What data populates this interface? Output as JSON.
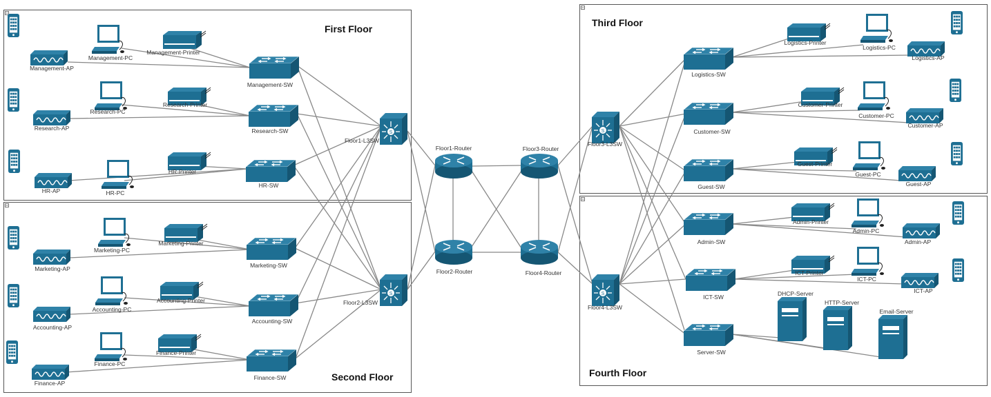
{
  "floors": {
    "first": "First Floor",
    "second": "Second Floor",
    "third": "Third Floor",
    "fourth": "Fourth Floor"
  },
  "colors": {
    "device": "#1e6f93",
    "device_dark": "#155673",
    "link": "#888888",
    "frame": "#555555"
  },
  "nodes": {
    "mgmt_ap": "Management-AP",
    "mgmt_pc": "Management-PC",
    "mgmt_printer": "Management-Printer",
    "mgmt_sw": "Management-SW",
    "res_ap": "Research-AP",
    "res_pc": "Research-PC",
    "res_printer": "Research-Printer",
    "res_sw": "Research-SW",
    "hr_ap": "HR-AP",
    "hr_pc": "HR-PC",
    "hr_printer": "HR-Printer",
    "hr_sw": "HR-SW",
    "f1_l3sw": "Floor1-L3SW",
    "mkt_ap": "Marketing-AP",
    "mkt_pc": "Marketing-PC",
    "mkt_printer": "Marketing-Printer",
    "mkt_sw": "Marketing-SW",
    "acc_ap": "Accounting-AP",
    "acc_pc": "Accounting-PC",
    "acc_printer": "Accounting-Printer",
    "acc_sw": "Accounting-SW",
    "fin_ap": "Finance-AP",
    "fin_pc": "Finance-PC",
    "fin_printer": "Finance-Printer",
    "fin_sw": "Finance-SW",
    "f2_l3sw": "Floor2-L3SW",
    "r1": "Floor1-Router",
    "r2": "Floor2-Router",
    "r3": "Floor3-Router",
    "r4": "Floor4-Router",
    "f3_l3sw": "Floor3-L3SW",
    "log_sw": "Logistics-SW",
    "log_printer": "Logistics-Printer",
    "log_pc": "Logistics-PC",
    "log_ap": "Logistics-AP",
    "cus_sw": "Customer-SW",
    "cus_printer": "Customer-Printer",
    "cus_pc": "Customer-PC",
    "cus_ap": "Customer-AP",
    "gst_sw": "Guest-SW",
    "gst_printer": "Guest-Printer",
    "gst_pc": "Guest-PC",
    "gst_ap": "Guest-AP",
    "f4_l3sw": "Floor4-L3SW",
    "adm_sw": "Admin-SW",
    "adm_printer": "Admin-Printer",
    "adm_pc": "Admin-PC",
    "adm_ap": "Admin-AP",
    "ict_sw": "ICT-SW",
    "ict_printer": "ICT-Printer",
    "ict_pc": "ICT-PC",
    "ict_ap": "ICT-AP",
    "srv_sw": "Server-SW",
    "dhcp": "DHCP-Server",
    "http": "HTTP-Server",
    "email": "Email-Server"
  }
}
